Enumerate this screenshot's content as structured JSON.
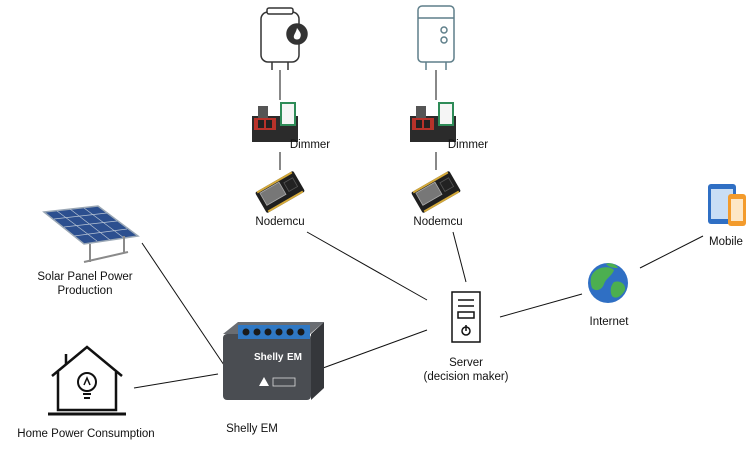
{
  "labels": {
    "dimmer_left": "Dimmer",
    "dimmer_right": "Dimmer",
    "nodemcu_left": "Nodemcu",
    "nodemcu_right": "Nodemcu",
    "solar": "Solar Panel Power Production",
    "home": "Home Power Consumption",
    "shelly": "Shelly EM",
    "server_line1": "Server",
    "server_line2": "(decision maker)",
    "internet": "Internet",
    "mobile": "Mobile"
  },
  "device_text": {
    "shelly_brand": "Shelly",
    "shelly_model": "EM"
  },
  "icons": {
    "water_heater_left": "water-heater-flame-icon",
    "water_heater_right": "water-heater-tank-icon",
    "dimmer": "dimmer-module-icon",
    "nodemcu": "nodemcu-board-icon",
    "solar": "solar-panel-icon",
    "home": "house-lightbulb-icon",
    "shelly": "shelly-em-meter-icon",
    "server": "server-tower-icon",
    "internet": "globe-icon",
    "mobile": "phone-tablet-icon"
  },
  "colors": {
    "line": "#111111",
    "shelly_body": "#4a4d52",
    "shelly_top": "#2f78c4",
    "globe_water": "#2f6fc4",
    "globe_land": "#4caf50",
    "device_orange": "#f39b2c",
    "device_blue": "#2f6fc4",
    "board_red": "#b8322a"
  }
}
